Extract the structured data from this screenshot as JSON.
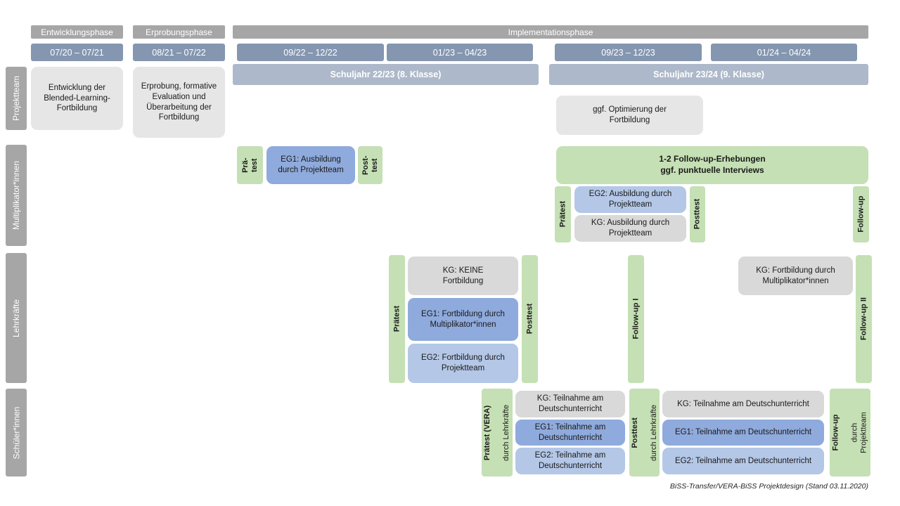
{
  "colors": {
    "phase_header": "#A6A6A6",
    "date_bar": "#8496B0",
    "school_year_bar": "#ADB9CA",
    "row_label": "#A6A6A6",
    "projektteam_box": "#E7E6E6",
    "kg_box": "#D9D9D9",
    "eg1_box": "#8FAADC",
    "eg2_box": "#B4C7E7",
    "test_bar_green": "#C5E0B4"
  },
  "header": {
    "phases": [
      {
        "label": "Entwicklungsphase"
      },
      {
        "label": "Erprobungsphase"
      },
      {
        "label": "Implementationsphase"
      }
    ],
    "periods": [
      {
        "label": "07/20 – 07/21"
      },
      {
        "label": "08/21 – 07/22"
      },
      {
        "label": "09/22 – 12/22"
      },
      {
        "label": "01/23 – 04/23"
      },
      {
        "label": "09/23 – 12/23"
      },
      {
        "label": "01/24 – 04/24"
      }
    ],
    "school_years": [
      {
        "label": "Schuljahr 22/23 (8. Klasse)"
      },
      {
        "label": "Schuljahr 23/24 (9. Klasse)"
      }
    ]
  },
  "row_labels": [
    {
      "label": "Projektteam"
    },
    {
      "label": "Multiplikator*innen"
    },
    {
      "label": "Lehrkräfte"
    },
    {
      "label": "Schüler*innen"
    }
  ],
  "projektteam": {
    "development_box": "Entwicklung der Blended-Learning-Fortbildung",
    "erprobung_box": "Erprobung, formative Evaluation und Überarbeitung der Fortbildung",
    "optimierung_box": "ggf. Optimierung der\nFortbildung"
  },
  "multiplikatoren": {
    "praetest_1": "Prä-test",
    "eg1_ausbildung": "EG1: Ausbildung durch Projektteam",
    "posttest_1": "Post-test",
    "followup_erhebungen": "1-2 Follow-up-Erhebungen\nggf. punktuelle Interviews",
    "praetest_2": "Prätest",
    "eg2_ausbildung": "EG2: Ausbildung durch Projektteam",
    "kg_ausbildung": "KG: Ausbildung durch Projektteam",
    "posttest_2": "Posttest",
    "followup": "Follow-up"
  },
  "lehrkraefte": {
    "praetest": "Prätest",
    "kg_keine": "KG: KEINE\nFortbildung",
    "eg1_fortbildung": "EG1: Fortbildung durch Multiplikator*innen",
    "eg2_fortbildung": "EG2: Fortbildung durch Projektteam",
    "posttest": "Posttest",
    "followup_1": "Follow-up I",
    "kg_fortbildung": "KG: Fortbildung durch Multiplikator*innen",
    "followup_2": "Follow-up II"
  },
  "schueler": {
    "praetest_label": "Prätest (VERA)",
    "praetest_sub": "durch Lehrkräfte",
    "kg_teilnahme_1": "KG: Teilnahme am Deutschunterricht",
    "eg1_teilnahme_1": "EG1: Teilnahme am Deutschunterricht",
    "eg2_teilnahme_1": "EG2: Teilnahme am Deutschunterricht",
    "posttest_label": "Posttest",
    "posttest_sub": "durch Lehrkräfte",
    "kg_teilnahme_2": "KG: Teilnahme am Deutschunterricht",
    "eg1_teilnahme_2": "EG1: Teilnahme am Deutschunterricht",
    "eg2_teilnahme_2": "EG2: Teilnahme am Deutschunterricht",
    "followup_label": "Follow-up",
    "followup_sub": "durch\nProjektteam"
  },
  "footer": {
    "caption": "BiSS-Transfer/VERA-BiSS Projektdesign (Stand 03.11.2020)"
  }
}
